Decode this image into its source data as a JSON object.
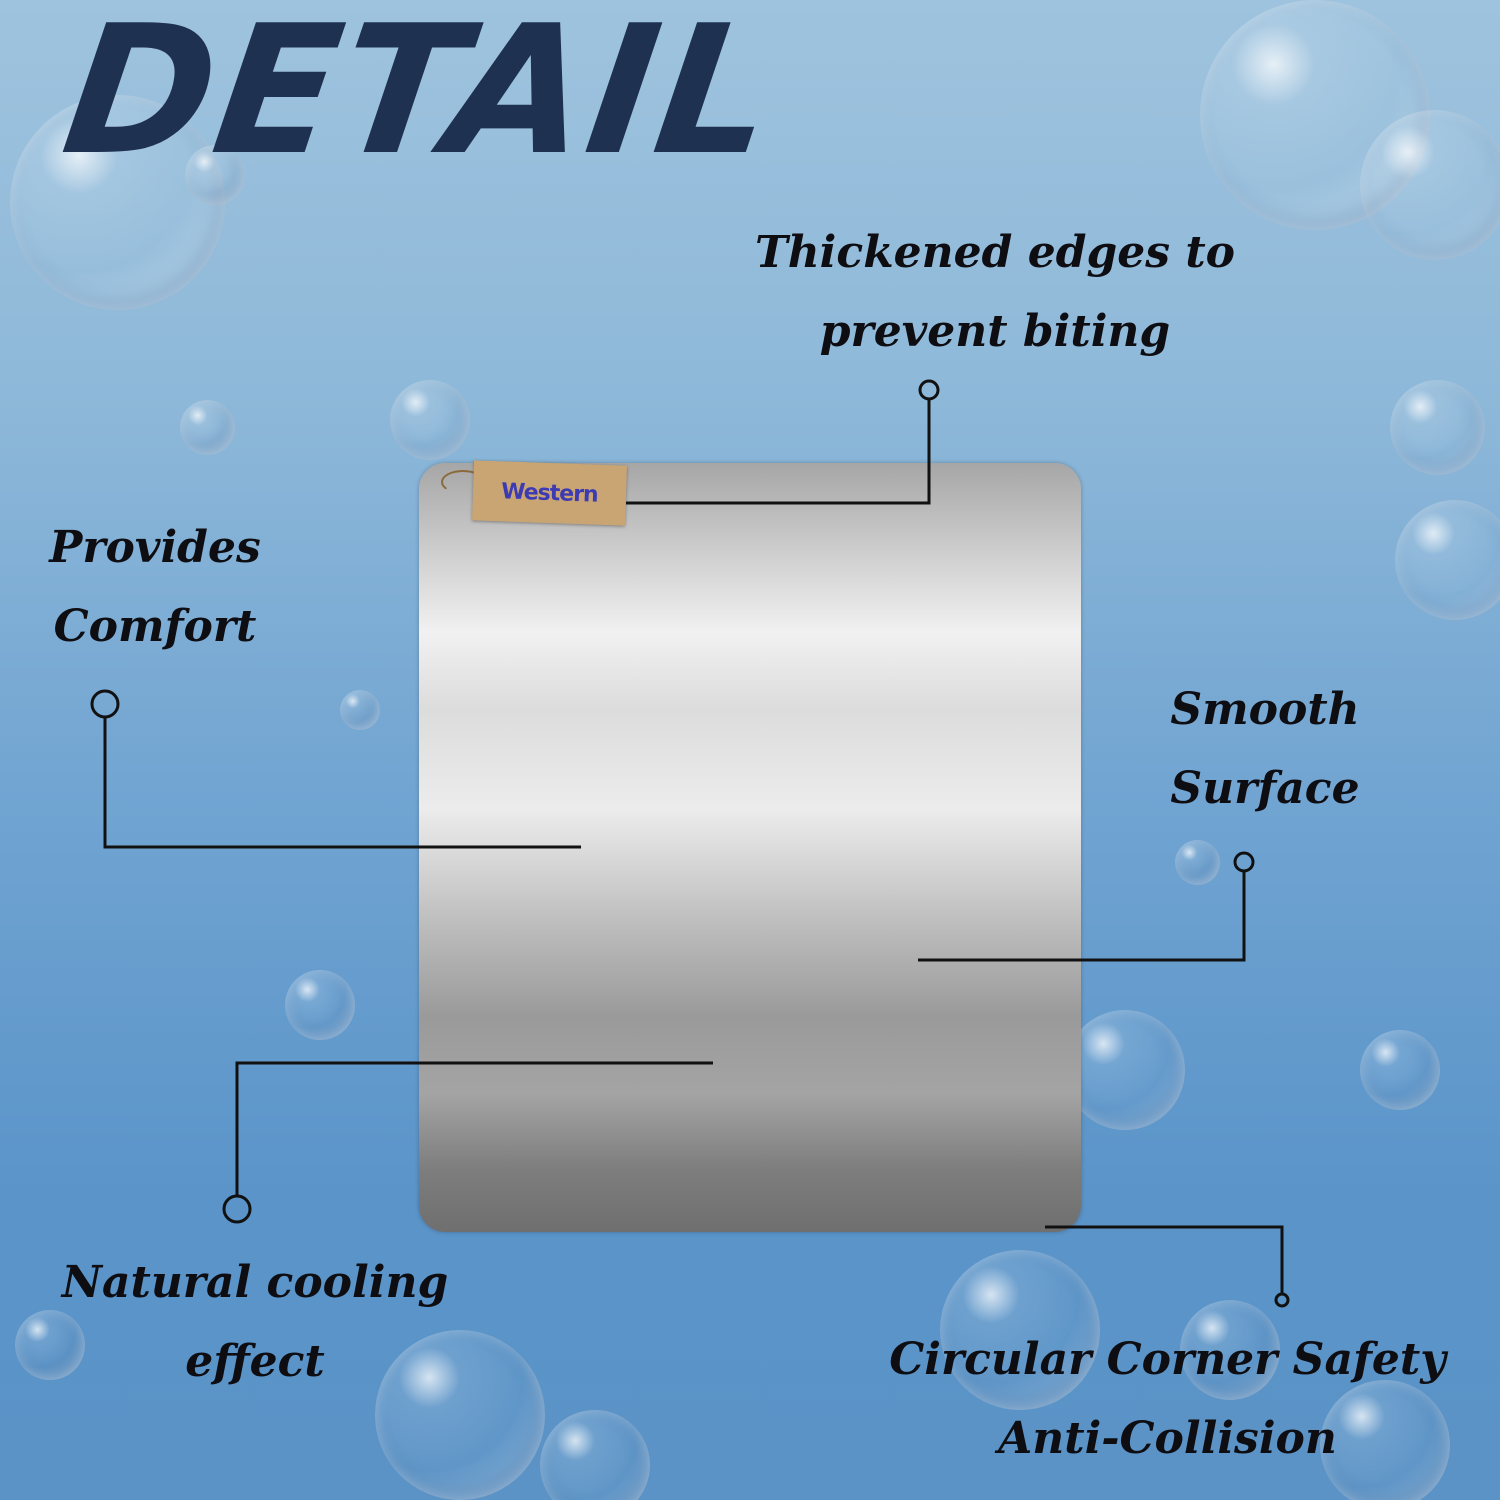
{
  "headline": "DETAIL",
  "brand_tag": "Western",
  "callouts": {
    "thickened_edges": [
      "Thickened edges to",
      "prevent biting"
    ],
    "provides_comfort": [
      "Provides",
      "Comfort"
    ],
    "smooth_surface": [
      "Smooth",
      "Surface"
    ],
    "natural_cooling": [
      "Natural cooling",
      "effect"
    ],
    "circular_corner": [
      "Circular Corner Safety",
      "Anti-Collision"
    ]
  },
  "colors": {
    "headline": "#1f3150",
    "label_text": "#0d0d12",
    "line": "#111111",
    "tag_paper": "#c9a574"
  }
}
